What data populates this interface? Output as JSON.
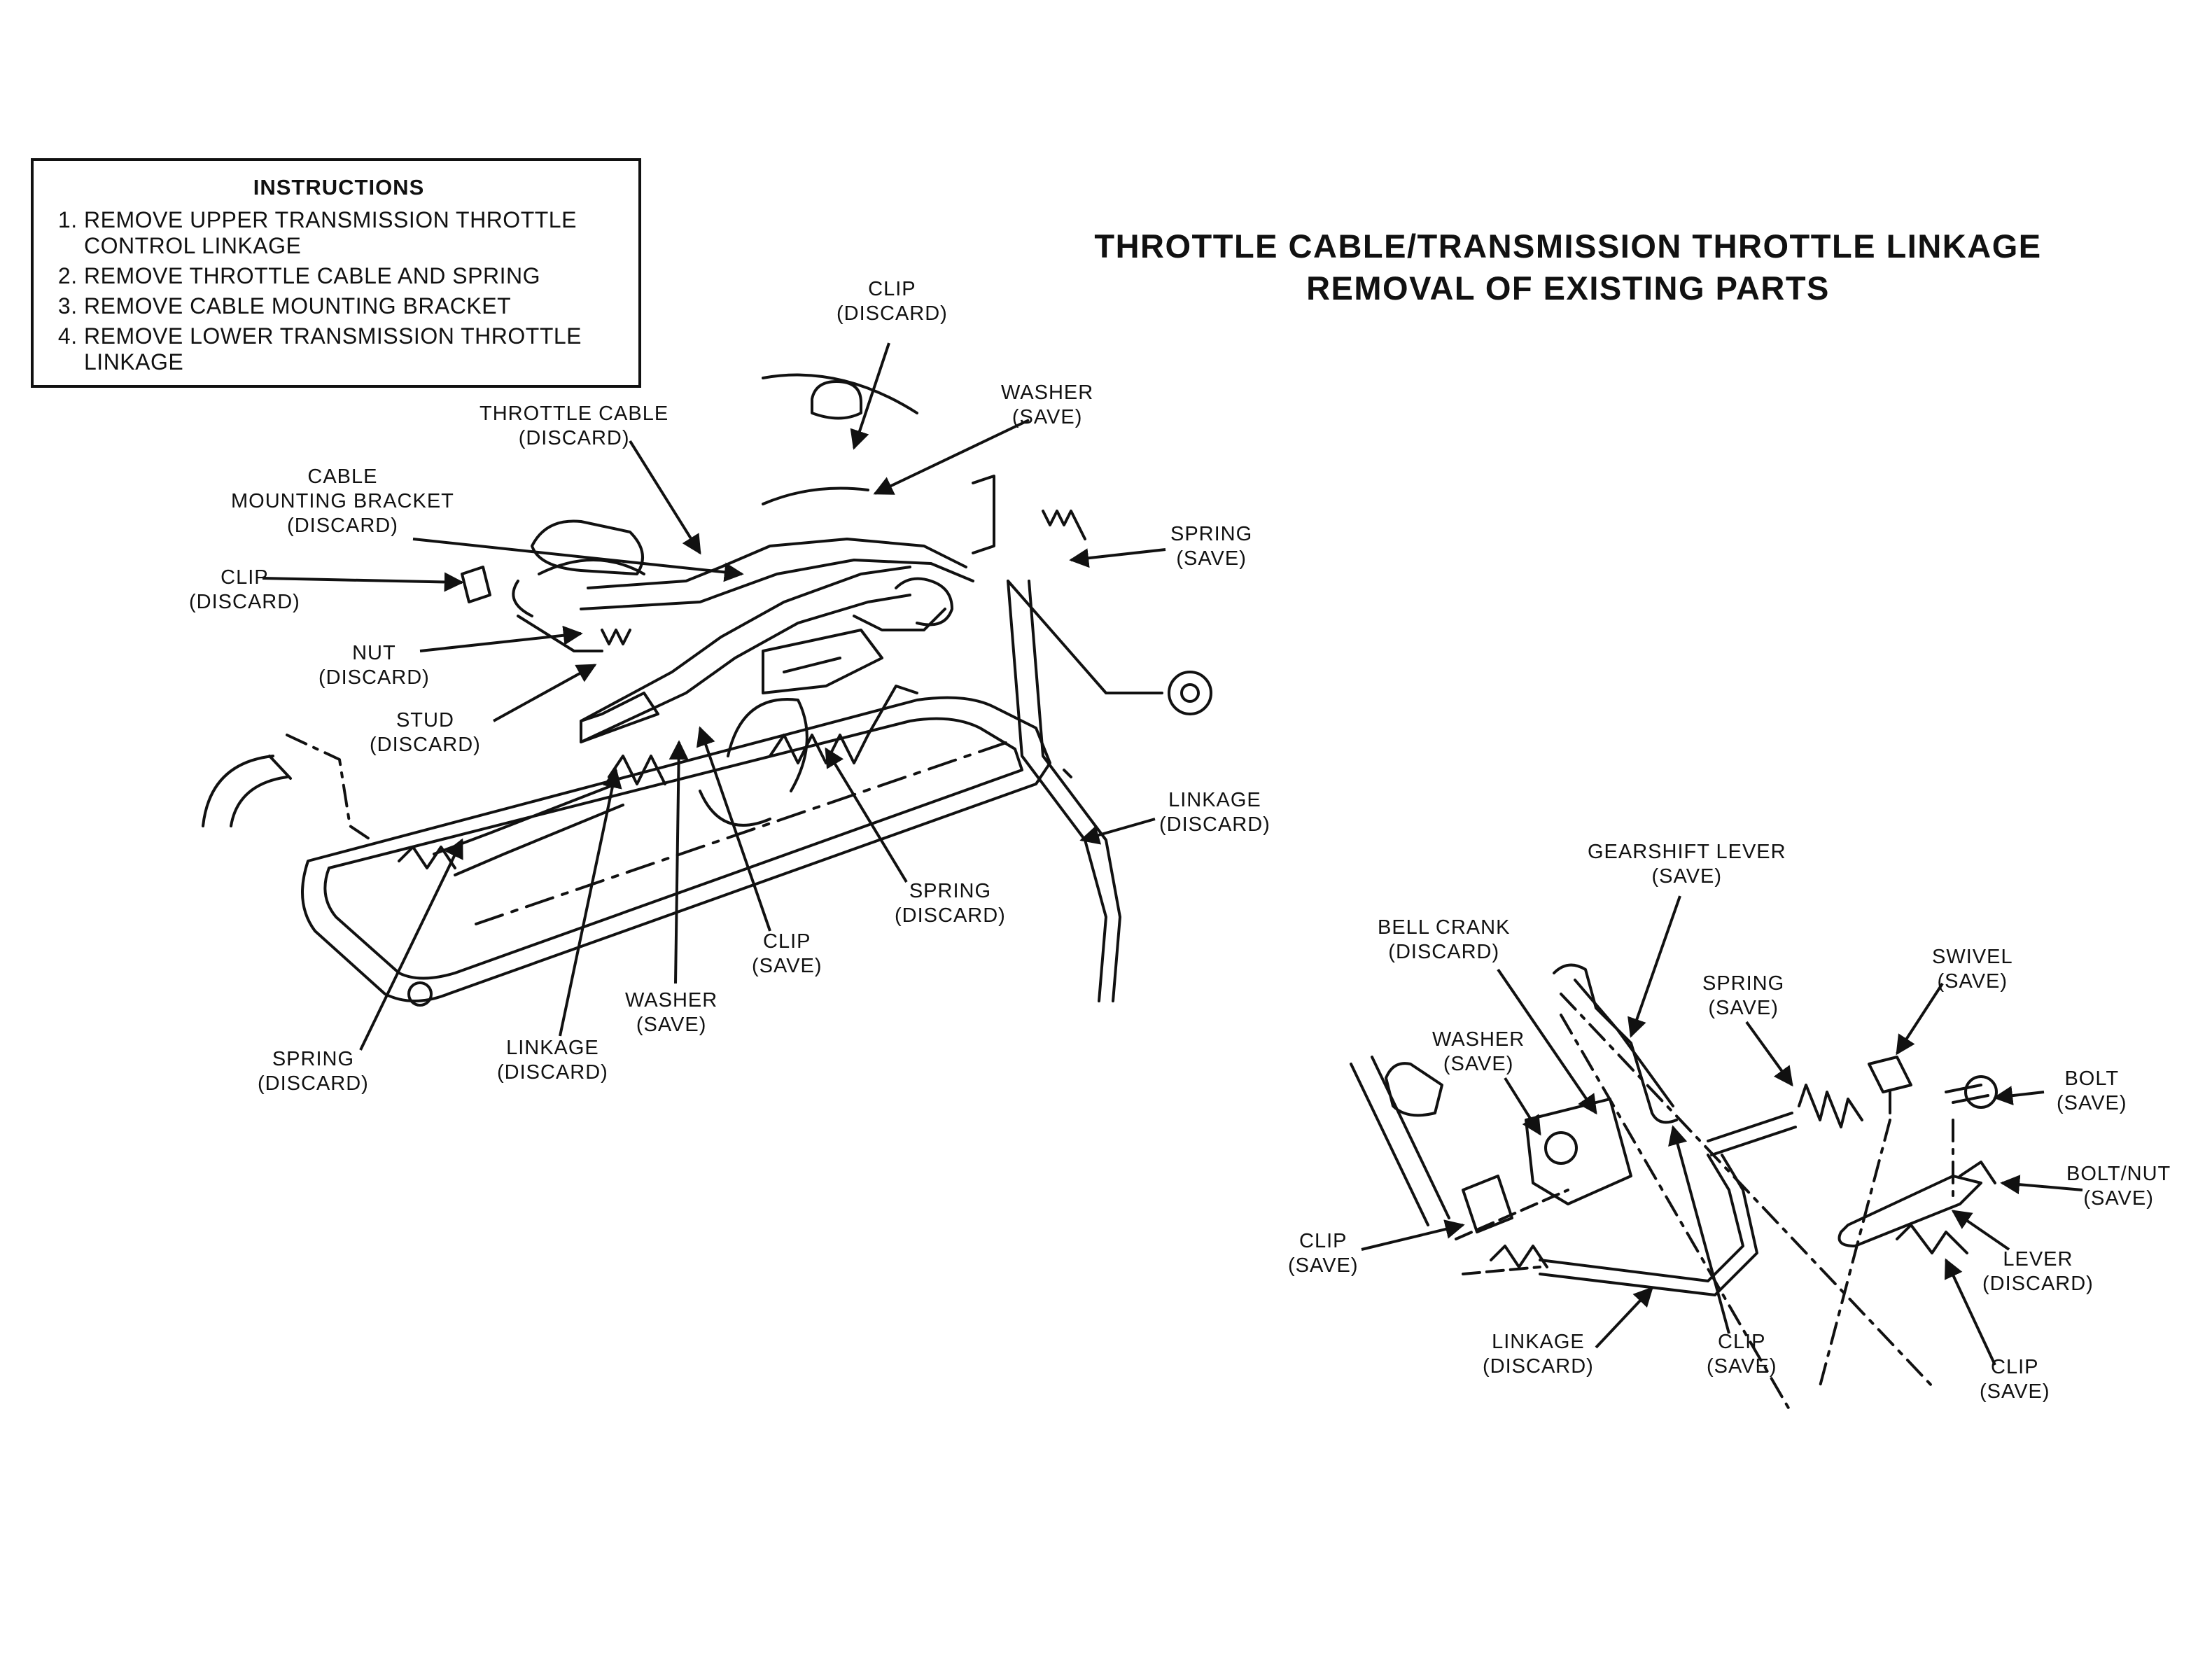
{
  "instructions": {
    "heading": "INSTRUCTIONS",
    "steps": [
      "REMOVE UPPER TRANSMISSION THROTTLE CONTROL LINKAGE",
      "REMOVE THROTTLE CABLE AND SPRING",
      "REMOVE CABLE MOUNTING BRACKET",
      "REMOVE LOWER TRANSMISSION THROTTLE LINKAGE"
    ]
  },
  "title": {
    "line1": "THROTTLE CABLE/TRANSMISSION THROTTLE LINKAGE",
    "line2": "REMOVAL OF EXISTING PARTS"
  },
  "upper_labels": {
    "clip_top": {
      "name": "CLIP",
      "status": "(DISCARD)"
    },
    "washer_top": {
      "name": "WASHER",
      "status": "(SAVE)"
    },
    "throttle_cable": {
      "name": "THROTTLE CABLE",
      "status": "(DISCARD)"
    },
    "cable_bracket": {
      "line1": "CABLE",
      "line2": "MOUNTING BRACKET",
      "status": "(DISCARD)"
    },
    "spring_right": {
      "name": "SPRING",
      "status": "(SAVE)"
    },
    "clip_left": {
      "name": "CLIP",
      "status": "(DISCARD)"
    },
    "nut": {
      "name": "NUT",
      "status": "(DISCARD)"
    },
    "stud": {
      "name": "STUD",
      "status": "(DISCARD)"
    },
    "linkage_right": {
      "name": "LINKAGE",
      "status": "(DISCARD)"
    },
    "spring_mid": {
      "name": "SPRING",
      "status": "(DISCARD)"
    },
    "clip_mid": {
      "name": "CLIP",
      "status": "(SAVE)"
    },
    "washer_mid": {
      "name": "WASHER",
      "status": "(SAVE)"
    },
    "linkage_bottom": {
      "name": "LINKAGE",
      "status": "(DISCARD)"
    },
    "spring_bottom": {
      "name": "SPRING",
      "status": "(DISCARD)"
    }
  },
  "lower_labels": {
    "gearshift_lever": {
      "name": "GEARSHIFT LEVER",
      "status": "(SAVE)"
    },
    "bell_crank": {
      "name": "BELL CRANK",
      "status": "(DISCARD)"
    },
    "spring": {
      "name": "SPRING",
      "status": "(SAVE)"
    },
    "swivel": {
      "name": "SWIVEL",
      "status": "(SAVE)"
    },
    "washer": {
      "name": "WASHER",
      "status": "(SAVE)"
    },
    "bolt": {
      "name": "BOLT",
      "status": "(SAVE)"
    },
    "bolt_nut": {
      "name": "BOLT/NUT",
      "status": "(SAVE)"
    },
    "clip_left": {
      "name": "CLIP",
      "status": "(SAVE)"
    },
    "lever": {
      "name": "LEVER",
      "status": "(DISCARD)"
    },
    "linkage": {
      "name": "LINKAGE",
      "status": "(DISCARD)"
    },
    "clip_mid": {
      "name": "CLIP",
      "status": "(SAVE)"
    },
    "clip_right": {
      "name": "CLIP",
      "status": "(SAVE)"
    }
  }
}
